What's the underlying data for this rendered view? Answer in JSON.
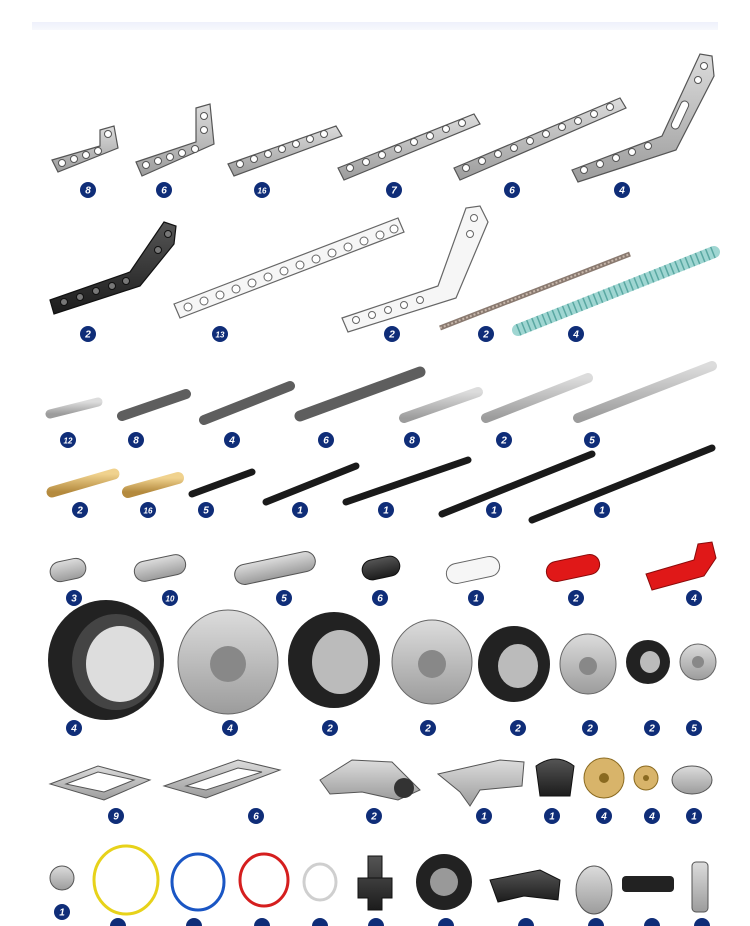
{
  "colors": {
    "badge": "#0f2d78",
    "badge_text": "#ffffff",
    "gray_part": "#b9b9b9",
    "dark_part": "#2a2a2a",
    "white_part": "#f4f4f4",
    "red_part": "#e01818",
    "tan_part": "#d8b46a",
    "teal_spring": "#9fd6d2",
    "ring_yellow": "#e7d21a",
    "ring_blue": "#1a56c4",
    "ring_red": "#d51e1e",
    "ring_white": "#e8e8e8"
  },
  "rows": [
    {
      "name": "beams",
      "parts": [
        {
          "kind": "l-beam-small",
          "qty": "8"
        },
        {
          "kind": "l-beam",
          "qty": "6"
        },
        {
          "kind": "beam-7",
          "qty": "16"
        },
        {
          "kind": "beam-9",
          "qty": "7"
        },
        {
          "kind": "beam-11",
          "qty": "6"
        },
        {
          "kind": "bent-beam",
          "qty": "4"
        }
      ]
    },
    {
      "name": "beams-2",
      "parts": [
        {
          "kind": "bent-beam-black",
          "qty": "2"
        },
        {
          "kind": "beam-15-white",
          "qty": "13"
        },
        {
          "kind": "bent-beam-white",
          "qty": "2"
        },
        {
          "kind": "threaded-axle",
          "qty": "2"
        },
        {
          "kind": "spring",
          "qty": "4"
        }
      ]
    },
    {
      "name": "axles-gray",
      "parts": [
        {
          "kind": "axle",
          "qty": "12"
        },
        {
          "kind": "axle",
          "qty": "8"
        },
        {
          "kind": "axle-stop",
          "qty": "4"
        },
        {
          "kind": "axle",
          "qty": "6"
        },
        {
          "kind": "axle",
          "qty": "8"
        },
        {
          "kind": "axle",
          "qty": "2"
        },
        {
          "kind": "axle",
          "qty": "5"
        }
      ]
    },
    {
      "name": "axles-black",
      "parts": [
        {
          "kind": "pin-tan",
          "qty": "2"
        },
        {
          "kind": "pin-tan",
          "qty": "16"
        },
        {
          "kind": "axle-black",
          "qty": "5"
        },
        {
          "kind": "axle-black",
          "qty": "1"
        },
        {
          "kind": "axle-black",
          "qty": "1"
        },
        {
          "kind": "axle-black",
          "qty": "1"
        },
        {
          "kind": "axle-black",
          "qty": "1"
        }
      ]
    },
    {
      "name": "short-beams",
      "parts": [
        {
          "kind": "beam-2",
          "qty": "3"
        },
        {
          "kind": "beam-3",
          "qty": "10"
        },
        {
          "kind": "beam-5",
          "qty": "5"
        },
        {
          "kind": "beam-2-black",
          "qty": "6"
        },
        {
          "kind": "beam-3-white",
          "qty": "1"
        },
        {
          "kind": "beam-3-red",
          "qty": "2"
        },
        {
          "kind": "l-beam-red",
          "qty": "4"
        }
      ]
    },
    {
      "name": "wheels",
      "parts": [
        {
          "kind": "tire-large",
          "qty": "4"
        },
        {
          "kind": "rim-large",
          "qty": "4"
        },
        {
          "kind": "tire-medium",
          "qty": "2"
        },
        {
          "kind": "rim-medium",
          "qty": "2"
        },
        {
          "kind": "tire-small",
          "qty": "2"
        },
        {
          "kind": "rim-small",
          "qty": "2"
        },
        {
          "kind": "tire-tiny",
          "qty": "2"
        },
        {
          "kind": "rim-tiny",
          "qty": "5"
        }
      ]
    },
    {
      "name": "frames-gears",
      "parts": [
        {
          "kind": "frame",
          "qty": "9"
        },
        {
          "kind": "h-frame",
          "qty": "6"
        },
        {
          "kind": "motor-mount",
          "qty": "2"
        },
        {
          "kind": "connector",
          "qty": "1"
        },
        {
          "kind": "gear-box",
          "qty": "1"
        },
        {
          "kind": "gear-large-tan",
          "qty": "4"
        },
        {
          "kind": "gear-small-tan",
          "qty": "4"
        },
        {
          "kind": "worm-gear",
          "qty": "1"
        }
      ]
    },
    {
      "name": "misc",
      "parts": [
        {
          "kind": "bush",
          "qty": "1"
        },
        {
          "kind": "ring-yellow",
          "qty": ""
        },
        {
          "kind": "ring-blue",
          "qty": ""
        },
        {
          "kind": "ring-red",
          "qty": ""
        },
        {
          "kind": "ring-white",
          "qty": ""
        },
        {
          "kind": "t-beam-black",
          "qty": ""
        },
        {
          "kind": "gear-wheel",
          "qty": ""
        },
        {
          "kind": "bent-black",
          "qty": ""
        },
        {
          "kind": "shield",
          "qty": ""
        },
        {
          "kind": "axle-joiner",
          "qty": ""
        },
        {
          "kind": "pin-connector",
          "qty": ""
        }
      ]
    }
  ]
}
